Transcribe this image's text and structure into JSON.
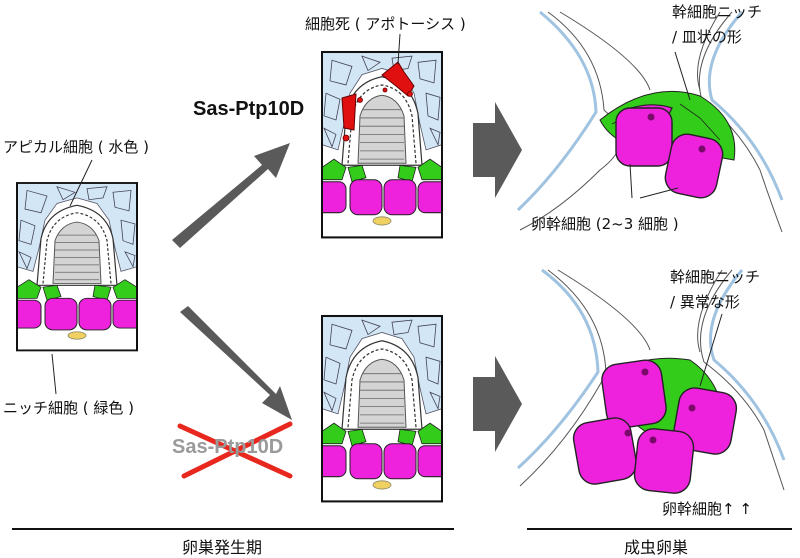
{
  "labels": {
    "apical_cell": "アピカル細胞 ( 水色 )",
    "niche_cell": "ニッチ細胞 ( 緑色 )",
    "apoptosis": "細胞死 ( アポトーシス )",
    "sas_ptp10d": "Sas-Ptp10D",
    "sas_ptp10d_crossed": "Sas-Ptp10D",
    "stem_niche_dish": "幹細胞ニッチ",
    "stem_niche_dish_2": "/ 皿状の形",
    "gsc_2_3": "卵幹細胞 (2~3 細胞 )",
    "stem_niche_abnormal": "幹細胞ニッチ",
    "stem_niche_abnormal_2": "/ 異常な形",
    "gsc_increase": "卵幹細胞↑ ↑"
  },
  "footer": {
    "left": "卵巣発生期",
    "right": "成虫卵巣"
  },
  "colors": {
    "apical_blue": "#d2e6f5",
    "niche_green": "#33cc1a",
    "stem_magenta": "#ee22dd",
    "apoptosis_red": "#e01010",
    "arrow_gray": "#5a5a5a",
    "cell_gray": "#d4d4d4",
    "cross_red": "#e8281e"
  }
}
